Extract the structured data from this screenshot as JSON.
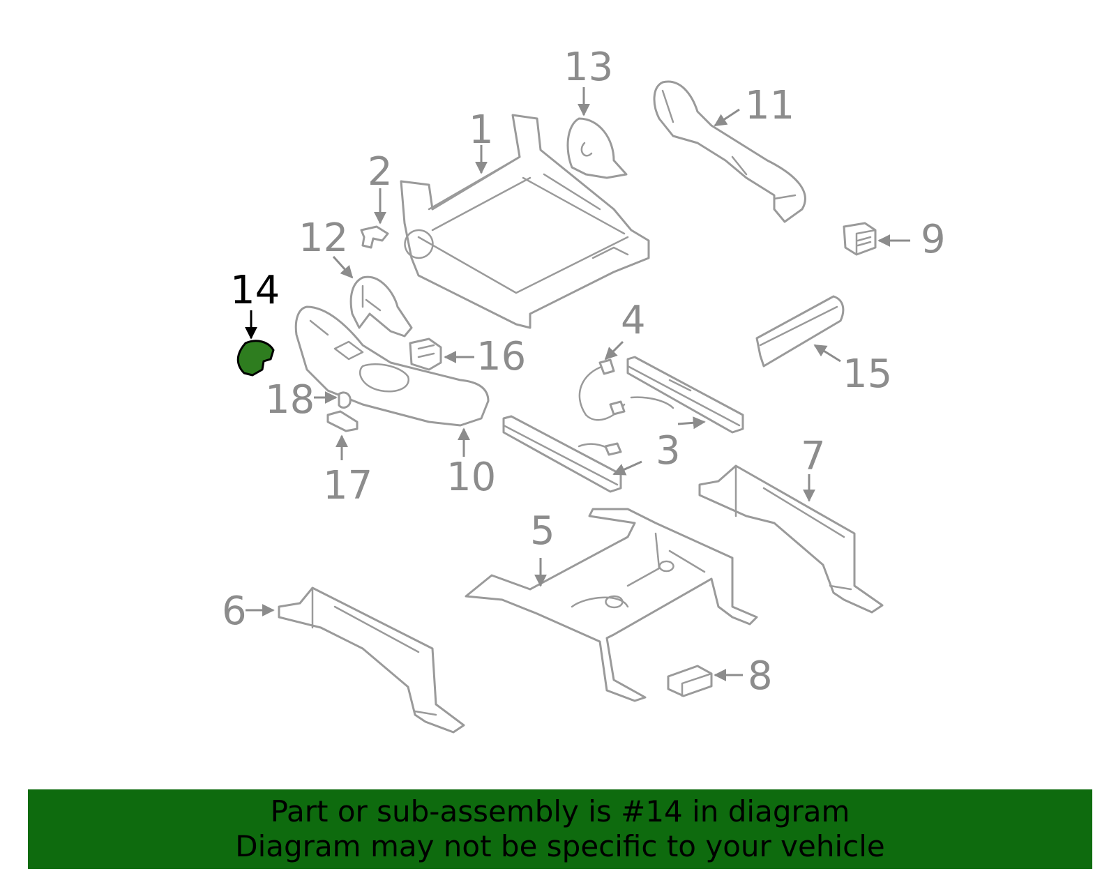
{
  "callouts": {
    "c1": "1",
    "c2": "2",
    "c3": "3",
    "c4": "4",
    "c5": "5",
    "c6": "6",
    "c7": "7",
    "c8": "8",
    "c9": "9",
    "c10": "10",
    "c11": "11",
    "c12": "12",
    "c13": "13",
    "c14": "14",
    "c15": "15",
    "c16": "16",
    "c17": "17",
    "c18": "18"
  },
  "highlighted_part": "14",
  "colors": {
    "highlight_fill": "#2e7d1f",
    "banner_background": "#0e6b0e",
    "part_stroke": "#9a9a9a",
    "callout_text": "#8c8c8c"
  },
  "banner": {
    "line1": "Part or sub-assembly is #14 in diagram",
    "line2": "Diagram may not be specific to your vehicle"
  }
}
